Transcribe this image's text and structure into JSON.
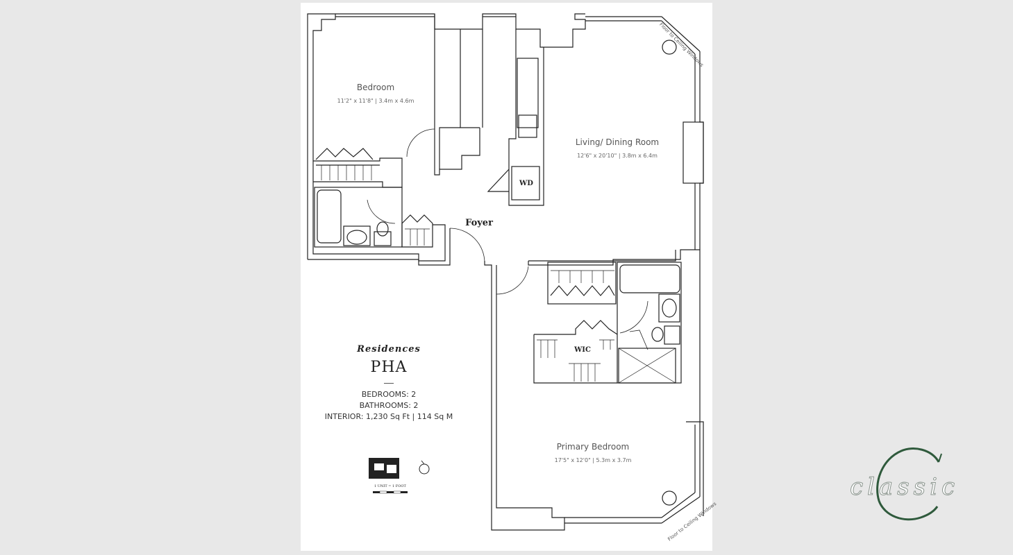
{
  "rooms": {
    "bedroom": {
      "name": "Bedroom",
      "dims": "11'2\" x 11'8\" | 3.4m x 4.6m"
    },
    "living": {
      "name": "Living/ Dining Room",
      "dims": "12'6\" x 20'10\" | 3.8m x 6.4m"
    },
    "primary": {
      "name": "Primary Bedroom",
      "dims": "17'5\" x 12'0\" | 5.3m x 3.7m"
    },
    "foyer": "Foyer",
    "wd": "WD",
    "wic": "WIC"
  },
  "window_note_top": "Floor to Ceiling Windows",
  "window_note_bottom": "Floor to Ceiling Windows",
  "unit_info": {
    "brand": "Residences",
    "unit": "PHA",
    "bedrooms": "BEDROOMS: 2",
    "bathrooms": "BATHROOMS: 2",
    "interior": "INTERIOR: 1,230 Sq Ft | 114 Sq M"
  },
  "scale": {
    "caption": "1 UNIT = 1 FOOT"
  },
  "logo": {
    "word": "classic",
    "letter": "C",
    "color": "#2f5a3c"
  },
  "icons": {
    "compass": "compass-icon",
    "key_plan": "key-plan-icon"
  }
}
